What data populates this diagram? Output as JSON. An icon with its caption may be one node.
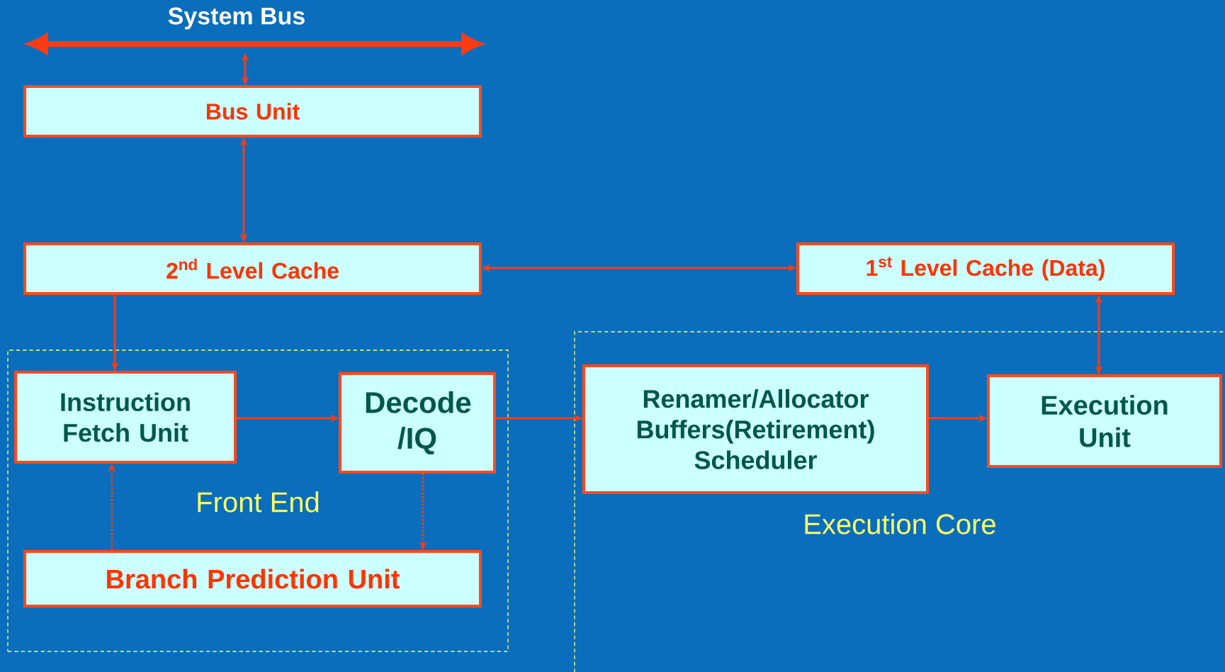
{
  "diagram": {
    "nodes": [
      {
        "text": [
          "System Bus"
        ]
      },
      {
        "text": [
          "Bus Unit"
        ]
      },
      {
        "text": [
          "2$^{nd}$ Level Cache"
        ]
      },
      {
        "text": [
          "1$^{st}$ Level Cache (Data)"
        ]
      },
      {
        "text": [
          "Front End"
        ]
      },
      {
        "text": [
          "Instruction Fetch Unit"
        ],
        "in": 4
      },
      {
        "text": [
          "Decode /IQ"
        ],
        "in": 4
      },
      {
        "text": [
          "Branch Prediction Unit"
        ],
        "in": 4
      },
      {
        "text": [
          "Execution Core"
        ]
      },
      {
        "text": [
          "Renamer/Allocator Buffers(Retirement) Scheduler"
        ],
        "in": 8
      },
      {
        "text": [
          "Execution Unit"
        ],
        "in": 8
      }
    ],
    "edges": [
      {
        "from": 0,
        "to": 1,
        "arrow": "both"
      },
      {
        "from": 1,
        "to": 2,
        "arrow": "both"
      },
      {
        "from": 2,
        "to": 3,
        "arrow": "both"
      },
      {
        "from": 2,
        "to": 5,
        "arrow": "to"
      },
      {
        "from": 5,
        "to": 6,
        "arrow": "to"
      },
      {
        "from": 6,
        "to": 9,
        "arrow": "to"
      },
      {
        "from": 9,
        "to": 10,
        "arrow": "to"
      },
      {
        "from": 3,
        "to": 10,
        "arrow": "both"
      },
      {
        "from": 7,
        "to": 5,
        "arrow": "to",
        "style": "dashed"
      },
      {
        "from": 6,
        "to": 7,
        "arrow": "to",
        "style": "dashed"
      }
    ]
  }
}
